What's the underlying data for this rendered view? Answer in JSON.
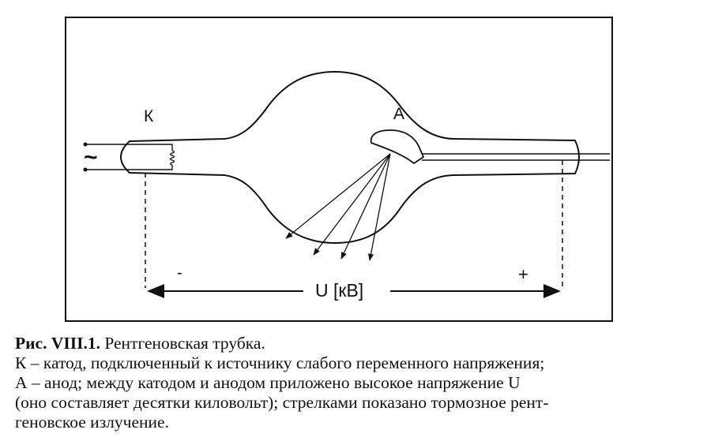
{
  "diagram": {
    "cathode_label": "К",
    "anode_label": "А",
    "ac_source_symbol": "~",
    "minus_sign": "-",
    "plus_sign": "+",
    "voltage_label": "U [кВ]"
  },
  "caption": {
    "title": "Рис. VIII.1.",
    "subtitle": "Рентгеновская трубка.",
    "line1": "К – катод, подключенный к источнику слабого переменного напряжения;",
    "line2": "А – анод; между катодом и анодом приложено высокое напряжение U",
    "line3": "(оно составляет десятки киловольт); стрелками показано тормозное рент-",
    "line4": "геновское излучение."
  }
}
